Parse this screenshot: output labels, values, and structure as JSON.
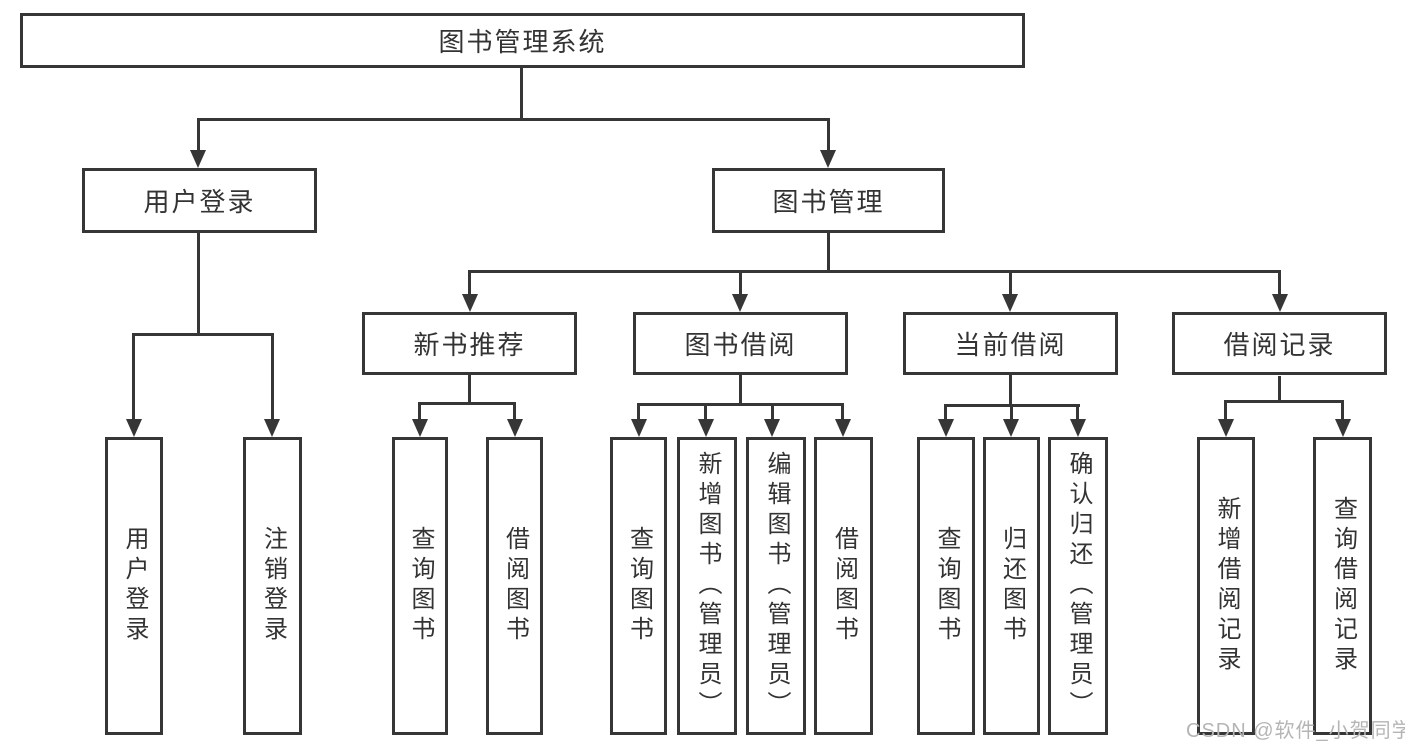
{
  "tree": {
    "root": {
      "label": "图书管理系统",
      "children": [
        {
          "label": "用户登录",
          "children": [
            "用户登录",
            "注销登录"
          ]
        },
        {
          "label": "图书管理",
          "children": [
            {
              "label": "新书推荐",
              "children": [
                "查询图书",
                "借阅图书"
              ]
            },
            {
              "label": "图书借阅",
              "children": [
                "查询图书",
                "新增图书（管理员）",
                "编辑图书（管理员）",
                "借阅图书"
              ]
            },
            {
              "label": "当前借阅",
              "children": [
                "查询图书",
                "归还图书",
                "确认归还（管理员）"
              ]
            },
            {
              "label": "借阅记录",
              "children": [
                "新增借阅记录",
                "查询借阅记录"
              ]
            }
          ]
        }
      ]
    }
  },
  "watermark": {
    "text": "CSDN @软件_小贺同学"
  },
  "colors": {
    "line": "#363636",
    "box_background": "#ffffff",
    "text": "#333333",
    "watermark": "#b5b5b5"
  }
}
